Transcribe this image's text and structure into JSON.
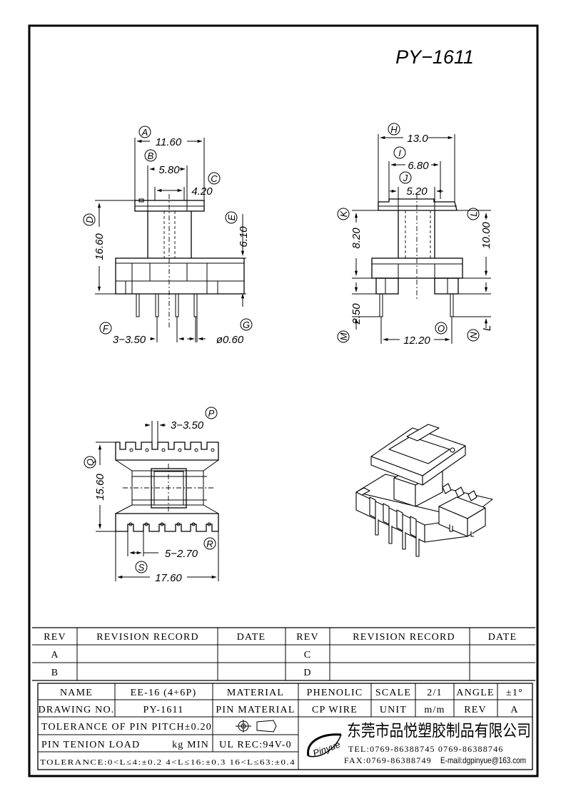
{
  "drawing_title": "PY−1611",
  "view_front": {
    "dim_a_label": "A",
    "dim_a_value": "11.60",
    "dim_b_label": "B",
    "dim_b_value": "5.80",
    "dim_c_label": "C",
    "dim_c_value": "4.20",
    "dim_d_label": "D",
    "dim_d_value": "16.60",
    "dim_e_label": "E",
    "dim_e_value": "6.10",
    "dim_f_label": "F",
    "dim_f_value": "3−3.50",
    "dim_g_label": "G",
    "dim_g_value": "ø0.60"
  },
  "view_side": {
    "dim_h_label": "H",
    "dim_h_value": "13.0",
    "dim_i_label": "I",
    "dim_i_value": "6.80",
    "dim_j_label": "J",
    "dim_j_value": "5.20",
    "dim_k_label": "K",
    "dim_k_value": "8.20",
    "dim_l_label": "L",
    "dim_l_value": "10.00",
    "dim_m_label": "M",
    "dim_m_value": "2.50",
    "dim_n_label": "N",
    "dim_n_value": "L",
    "dim_o_label": "O",
    "dim_o_value": "12.20"
  },
  "view_bottom": {
    "dim_p_label": "P",
    "dim_p_value": "3−3.50",
    "dim_q_label": "Q",
    "dim_q_value": "15.60",
    "dim_r_label": "R",
    "dim_r_value": "5−2.70",
    "dim_s_label": "S",
    "dim_s_value": "17.60"
  },
  "revision_table": {
    "headers": [
      "REV",
      "REVISION RECORD",
      "DATE",
      "REV",
      "REVISION RECORD",
      "DATE"
    ],
    "rows_left": [
      "A",
      "B"
    ],
    "rows_right": [
      "C",
      "D"
    ]
  },
  "title_block": {
    "name_label": "NAME",
    "name_value": "EE-16 (4+6P)",
    "material_label": "MATERIAL",
    "material_value": "PHENOLIC",
    "scale_label": "SCALE",
    "scale_value": "2/1",
    "angle_label": "ANGLE",
    "angle_value": "±1°",
    "drawing_no_label": "DRAWING NO.",
    "drawing_no_value": "PY-1611",
    "pin_material_label": "PIN MATERIAL",
    "pin_material_value": "CP WIRE",
    "unit_label": "UNIT",
    "unit_value": "m/m",
    "rev_label": "REV",
    "rev_value": "A",
    "tolerance_pin_pitch": "TOLERANCE OF PIN PITCH±0.20",
    "pin_tension_label": "PIN TENION LOAD",
    "pin_tension_value": "kg MIN",
    "ul_rec": "UL REC:94V-0",
    "tolerance_general": "TOLERANCE:0<L≤4:±0.2  4<L≤16:±0.3  16<L≤63:±0.4",
    "company_name": "东莞市品悦塑胶制品有限公司",
    "logo_text": "Pinyue",
    "tel": "TEL:0769-86388745   0769-86388746",
    "fax": "FAX:0769-86388749",
    "email": "E-mail:dgpinyue@163.com"
  }
}
